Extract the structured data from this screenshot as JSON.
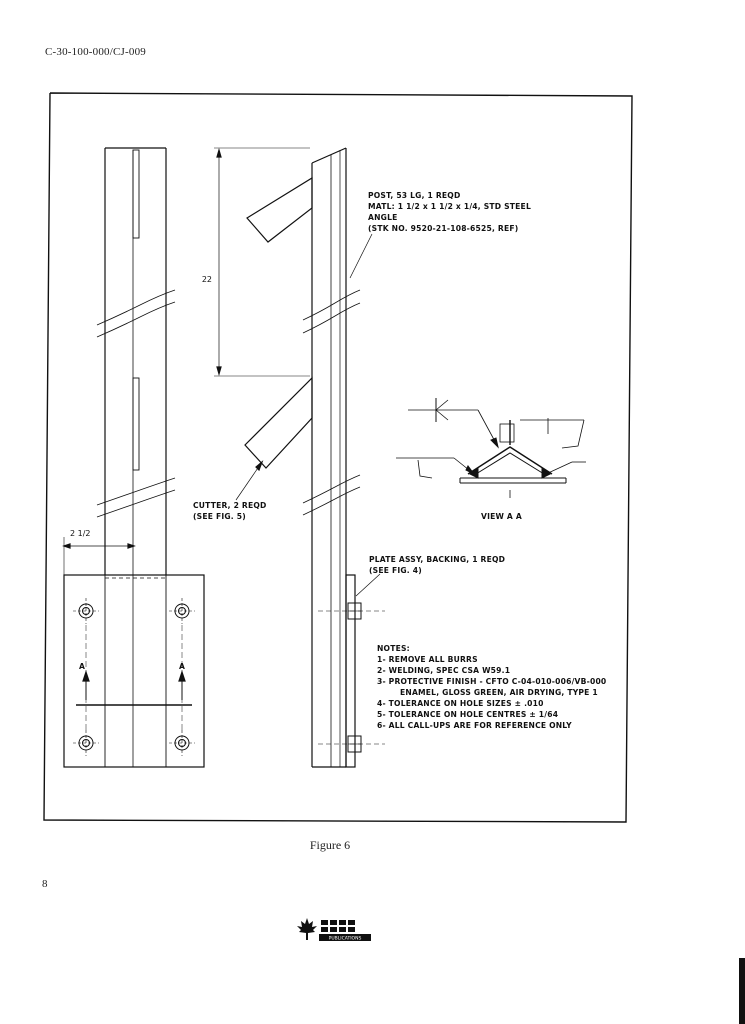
{
  "header": {
    "doc_code": "C-30-100-000/CJ-009"
  },
  "drawing": {
    "dims": {
      "height_22": "22",
      "width_2_5": "2 1/2"
    },
    "labels": {
      "post": [
        "POST, 53 LG, 1 REQD",
        "MATL: 1 1/2 x 1 1/2 x 1/4, STD STEEL",
        "ANGLE",
        "(STK NO. 9520-21-108-6525, REF)"
      ],
      "cutter": [
        "CUTTER, 2 REQD",
        "(SEE FIG. 5)"
      ],
      "plate": [
        "PLATE ASSY, BACKING, 1 REQD",
        "(SEE FIG. 4)"
      ],
      "section_marker": "A",
      "view": "VIEW A A"
    },
    "notes": {
      "title": "NOTES:",
      "items": [
        "1- REMOVE ALL BURRS",
        "2- WELDING, SPEC CSA W59.1",
        "3- PROTECTIVE FINISH - CFTO C-04-010-006/VB-000",
        "ENAMEL, GLOSS GREEN, AIR DRYING, TYPE 1",
        "4- TOLERANCE ON HOLE SIZES ± .010",
        "5- TOLERANCE ON HOLE CENTRES ± 1/64",
        "6- ALL CALL-UPS ARE FOR REFERENCE ONLY"
      ]
    }
  },
  "caption": "Figure 6",
  "page_number": "8",
  "logo": {
    "name": "dnd-publications-logo",
    "text": "PUBLICATIONS"
  }
}
